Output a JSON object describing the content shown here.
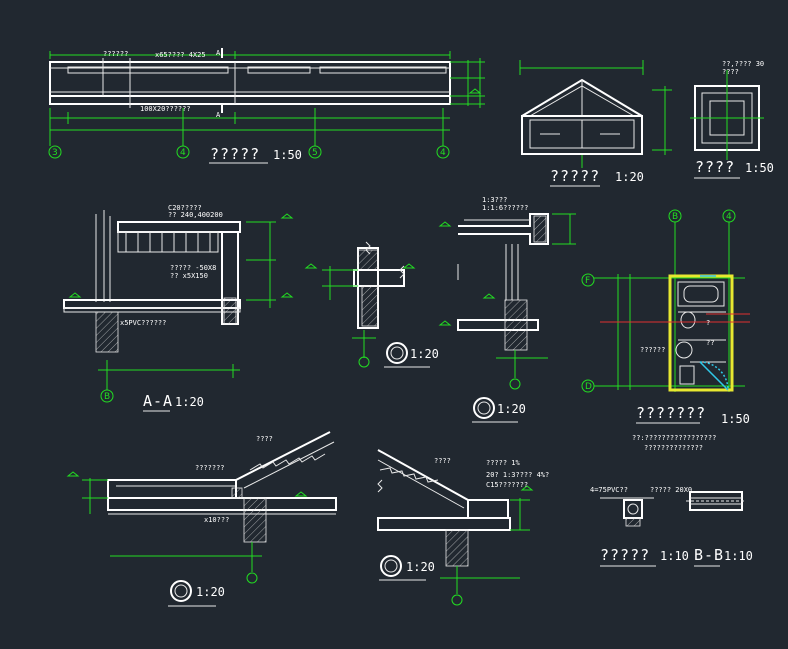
{
  "texts": {
    "elev_note1": "??????",
    "elev_note2": "x65???? 4X25",
    "elev_note3": "100X20??????",
    "elev_cut_a1": "A",
    "elev_cut_a2": "A",
    "elev_axis_3": "3",
    "elev_axis_4a": "4",
    "elev_axis_5": "5",
    "elev_axis_4b": "4",
    "elev_title": "?????",
    "elev_scale": "1:50",
    "window_title": "?????",
    "window_scale": "1:20",
    "pillar_note1": "??,???? 30",
    "pillar_note2": "????",
    "pillar_title": "????",
    "pillar_scale": "1:50",
    "aa_note1": "C20?????",
    "aa_note2": "?? 240,400200",
    "aa_note3": "????? -50X8",
    "aa_note4": "?? x5X150",
    "aa_note5": "x5PVC??????",
    "aa_axis_b": "B",
    "aa_title": "A-A",
    "aa_scale": "1:20",
    "d1_scale": "1:20",
    "d2_note1": "1:3???",
    "d2_note2": "1:1:6??????",
    "d2_scale": "1:20",
    "plan_axis_b": "B",
    "plan_axis_4": "4",
    "plan_axis_f": "F",
    "plan_axis_d": "D",
    "plan_note1": "??????",
    "plan_note2": "?",
    "plan_note3": "??",
    "plan_title": "???????",
    "plan_scale": "1:50",
    "plan_foot1": "??:?????????????????",
    "plan_foot2": "??????????????",
    "roof1_note1": "????",
    "roof1_note2": "???????",
    "roof1_note3": "x10???",
    "roof1_scale": "1:20",
    "roof2_note1": "????",
    "roof2_note2": "????? 1%",
    "roof2_note3": "20? 1:3???? 4%?",
    "roof2_note4": "C15???????",
    "roof2_scale": "1:20",
    "det_note1": "4=75PVC??",
    "det_note2": "????? 20X0",
    "det_title": "?????",
    "det_scale": "1:10",
    "bb_title": "B-B",
    "bb_scale": "1:10"
  }
}
